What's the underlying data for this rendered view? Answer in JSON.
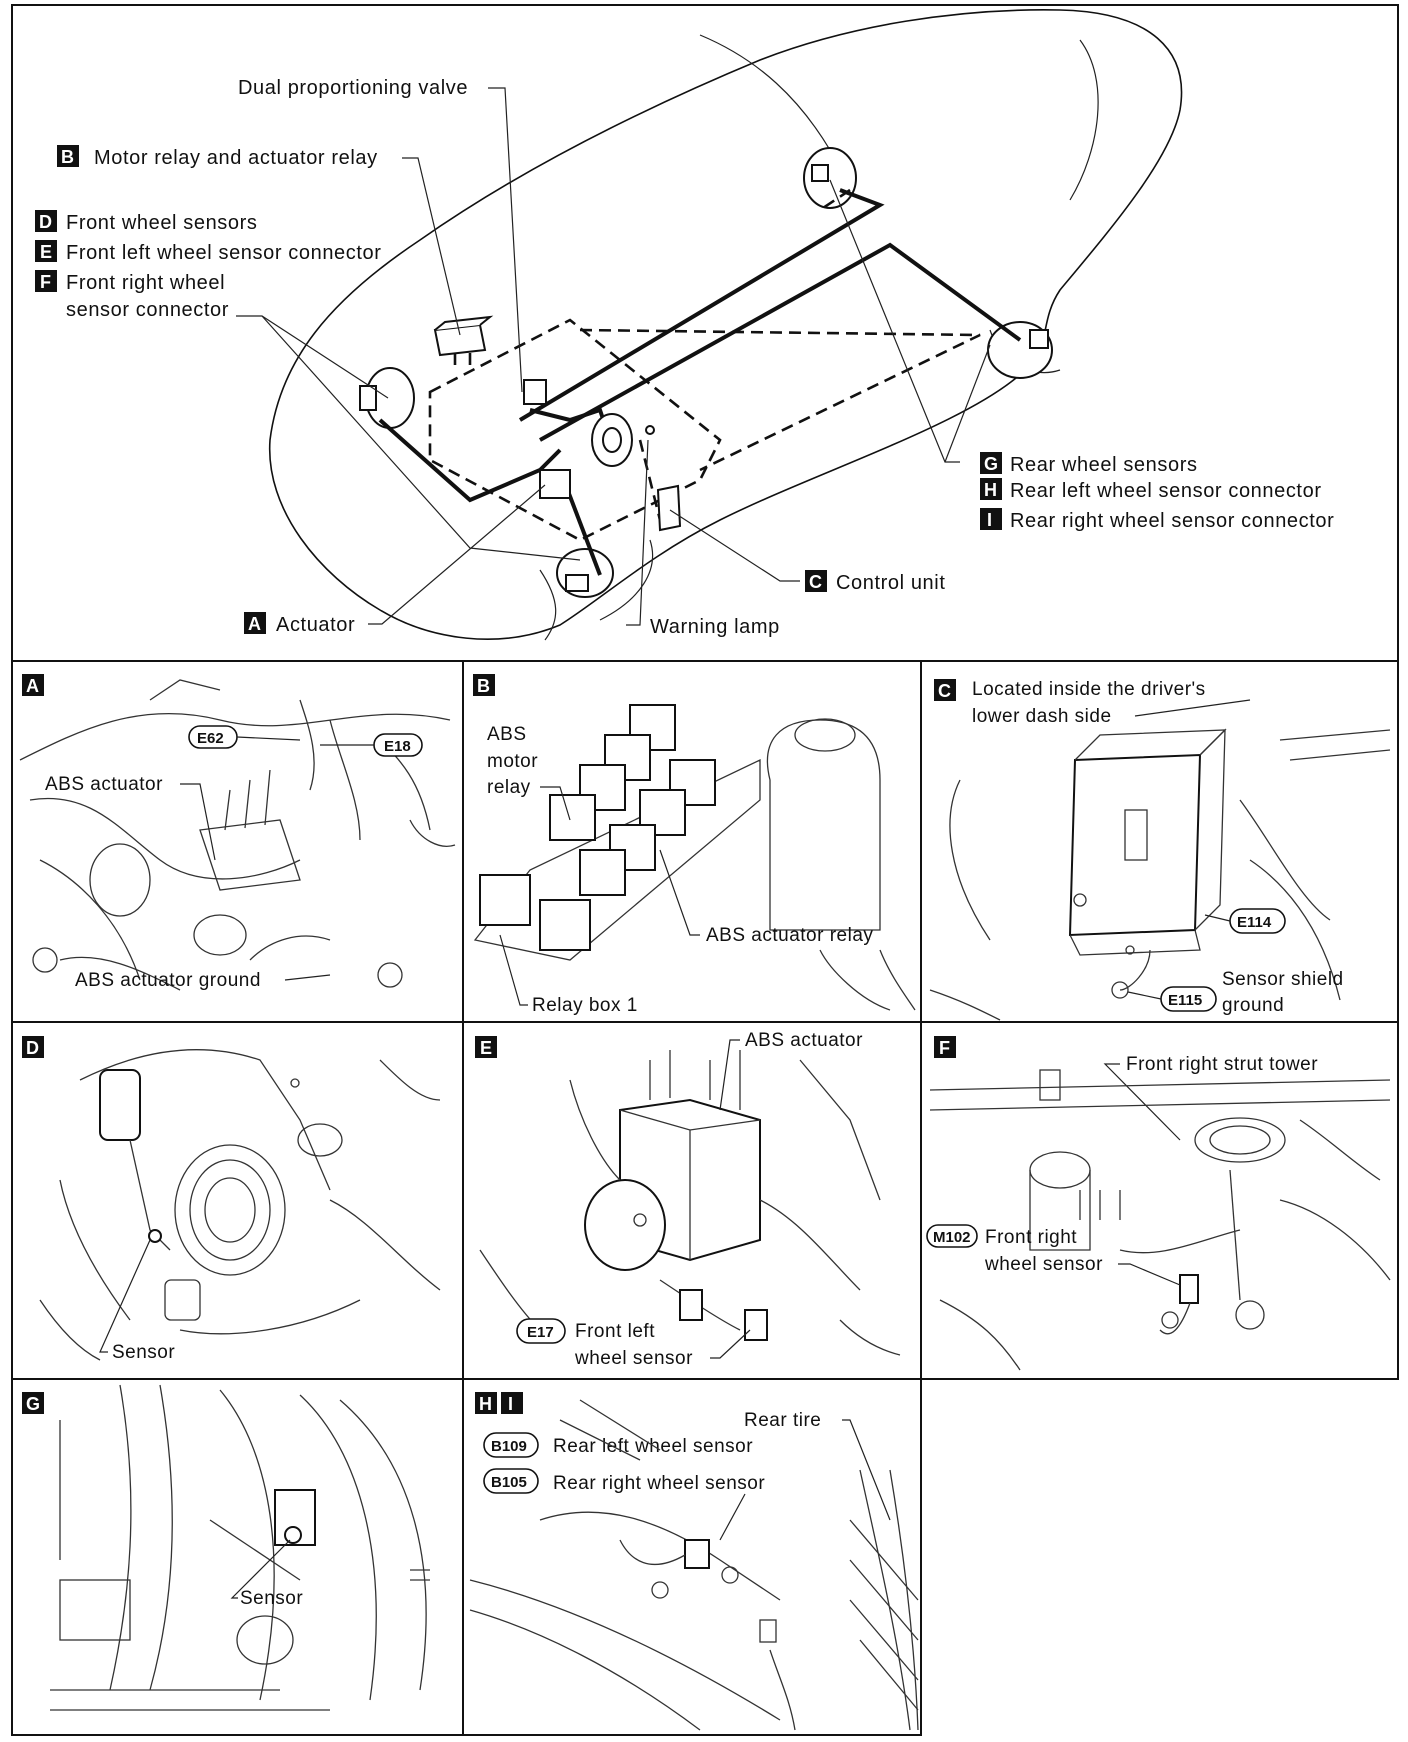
{
  "overview": {
    "dual_proportioning_valve": "Dual proportioning valve",
    "b_label": "Motor relay and actuator relay",
    "d_label": "Front wheel sensors",
    "e_label": "Front left wheel sensor connector",
    "f_label_1": "Front right wheel",
    "f_label_2": "sensor connector",
    "g_label": "Rear wheel sensors",
    "h_label": "Rear left wheel sensor connector",
    "i_label": "Rear right wheel sensor connector",
    "c_label": "Control unit",
    "a_label": "Actuator",
    "warning_lamp": "Warning lamp"
  },
  "letters": {
    "a": "A",
    "b": "B",
    "c": "C",
    "d": "D",
    "e": "E",
    "f": "F",
    "g": "G",
    "h": "H",
    "i": "I"
  },
  "panel_a": {
    "e62": "E62",
    "e18": "E18",
    "abs_actuator": "ABS actuator",
    "abs_actuator_ground": "ABS actuator ground"
  },
  "panel_b": {
    "abs_motor_relay_1": "ABS",
    "abs_motor_relay_2": "motor",
    "abs_motor_relay_3": "relay",
    "abs_actuator_relay": "ABS actuator relay",
    "relay_box": "Relay box 1"
  },
  "panel_c": {
    "located_1": "Located inside the driver's",
    "located_2": "lower dash side",
    "e114": "E114",
    "e115": "E115",
    "shield_1": "Sensor shield",
    "shield_2": "ground"
  },
  "panel_d": {
    "sensor": "Sensor"
  },
  "panel_e": {
    "abs_actuator": "ABS actuator",
    "e17": "E17",
    "front_left_1": "Front left",
    "front_left_2": "wheel sensor"
  },
  "panel_f": {
    "strut_tower": "Front right strut tower",
    "m102": "M102",
    "front_right_1": "Front right",
    "front_right_2": "wheel sensor"
  },
  "panel_g": {
    "sensor": "Sensor"
  },
  "panel_hi": {
    "rear_tire": "Rear tire",
    "b109": "B109",
    "rear_left": "Rear left wheel sensor",
    "b105": "B105",
    "rear_right": "Rear right wheel sensor"
  }
}
